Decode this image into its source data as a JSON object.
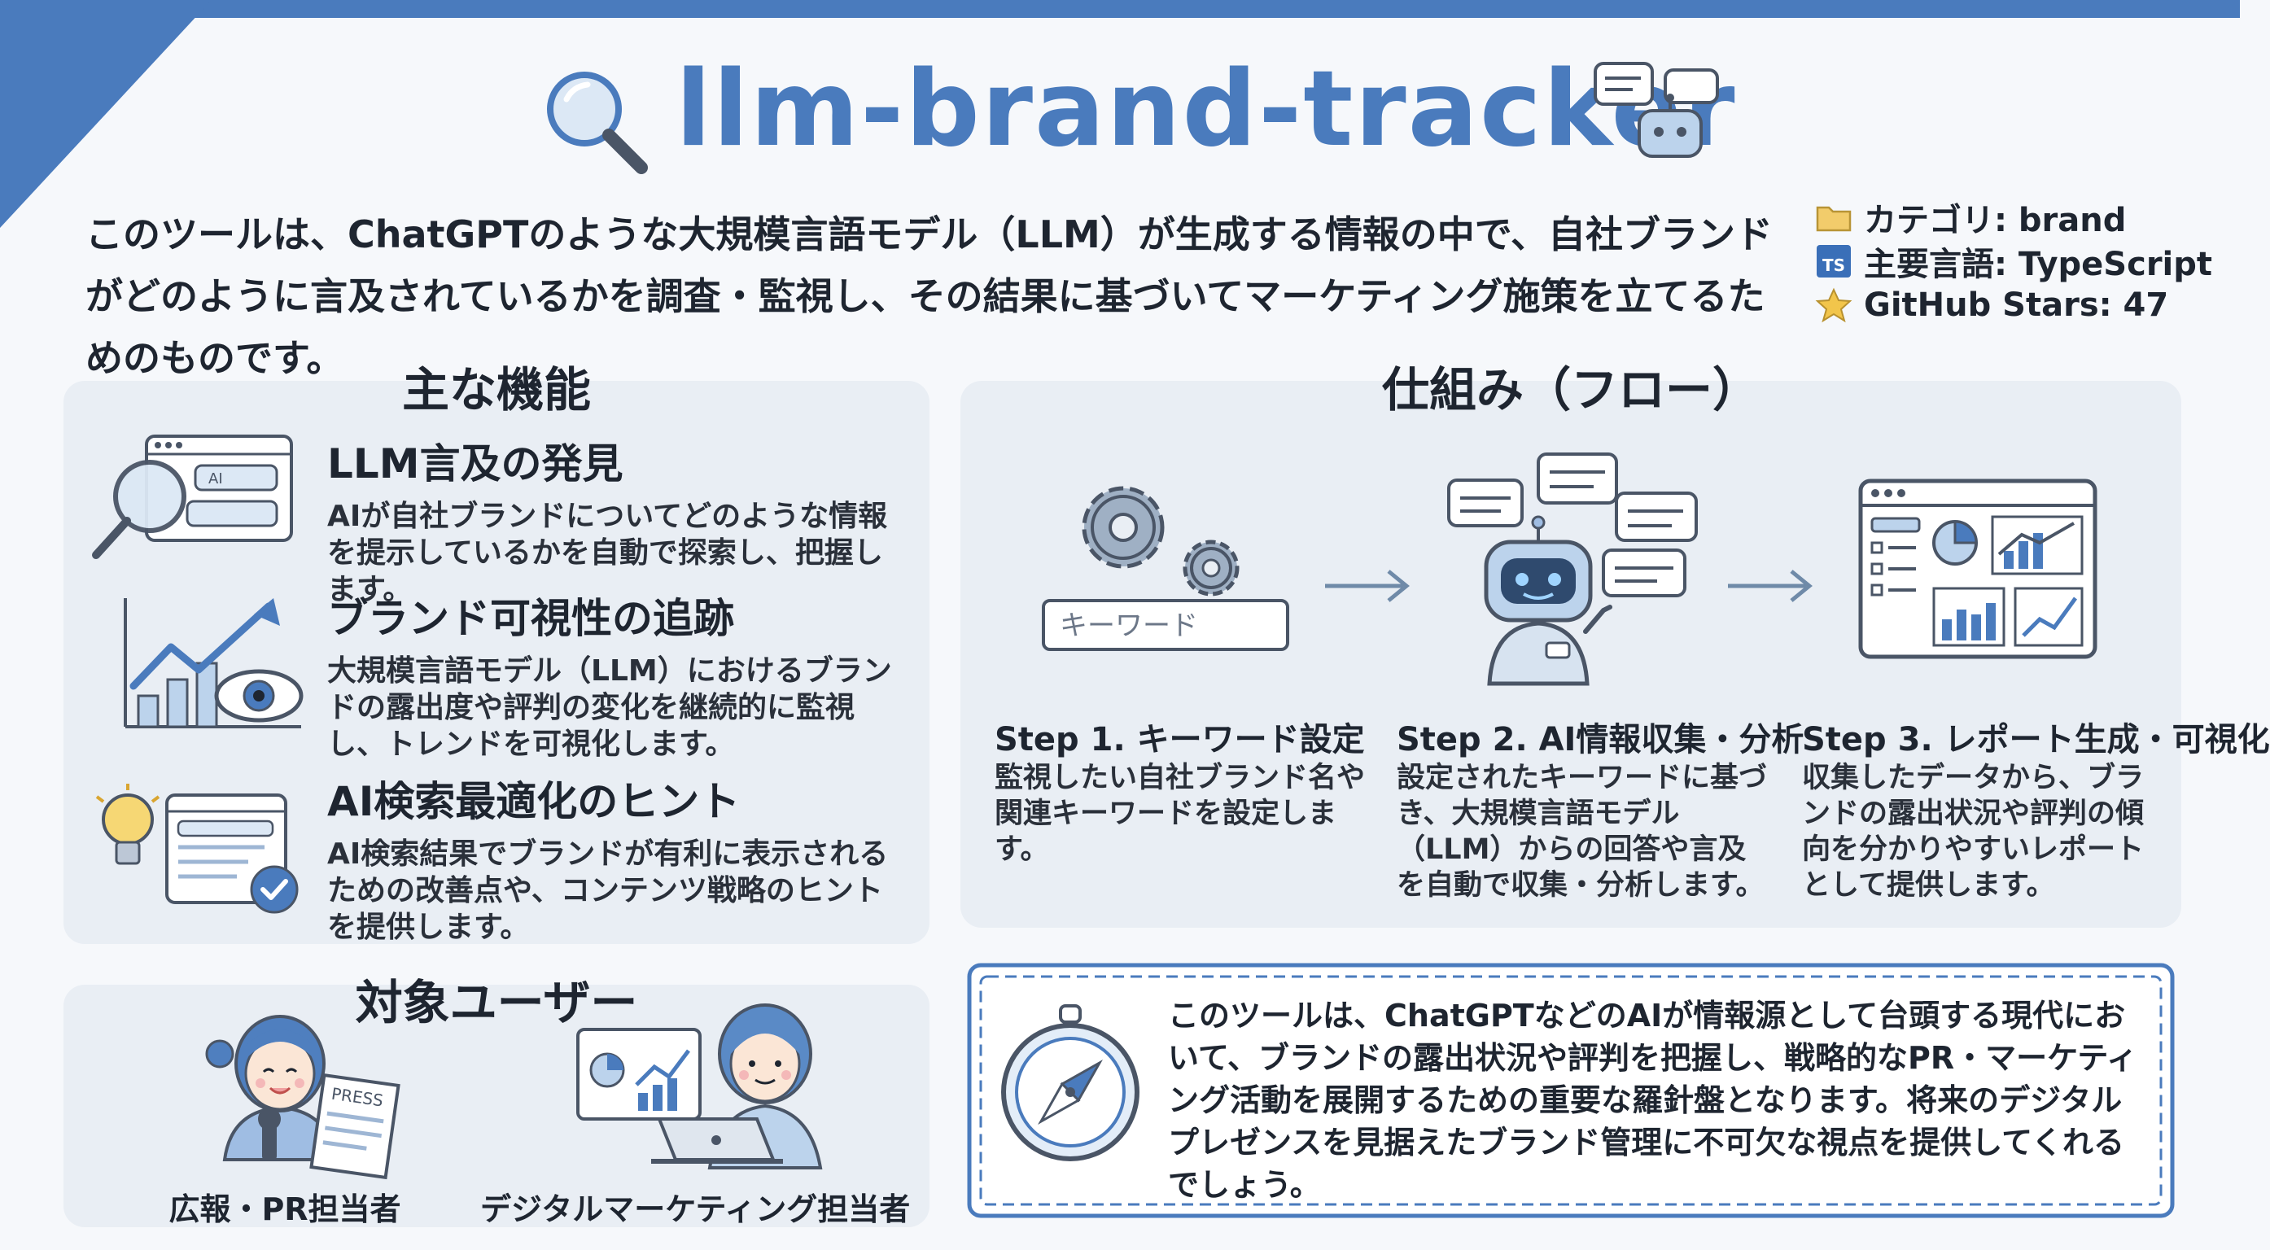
{
  "header": {
    "title": "llm-brand-tracker",
    "intro": "このツールは、ChatGPTのような大規模言語モデル（LLM）が生成する情報の中で、自社ブランドがどのように言及されているかを調査・監視し、その結果に基づいてマーケティング施策を立てるためのものです。"
  },
  "meta": {
    "category": "カテゴリ: brand",
    "language": "主要言語: TypeScript",
    "language_badge": "TS",
    "stars": "GitHub Stars: 47"
  },
  "features": {
    "title": "主な機能",
    "items": [
      {
        "title": "LLM言及の発見",
        "text": "AIが自社ブランドについてどのような情報を提示しているかを自動で探索し、把握します。",
        "icon": "search-window-icon",
        "icon_text": "AI"
      },
      {
        "title": "ブランド可視性の追跡",
        "text": "大規模言語モデル（LLM）におけるブランドの露出度や評判の変化を継続的に監視し、トレンドを可視化します。",
        "icon": "trend-eye-icon"
      },
      {
        "title": "AI検索最適化のヒント",
        "text": "AI検索結果でブランドが有利に表示されるための改善点や、コンテンツ戦略のヒントを提供します。",
        "icon": "lightbulb-check-icon"
      }
    ]
  },
  "flow": {
    "title": "仕組み（フロー）",
    "keyword_placeholder": "キーワード",
    "steps": [
      {
        "title": "Step 1. キーワード設定",
        "text": "監視したい自社ブランド名や関連キーワードを設定します。"
      },
      {
        "title": "Step 2. AI情報収集・分析",
        "text": "設定されたキーワードに基づき、大規模言語モデル（LLM）からの回答や言及を自動で収集・分析します。"
      },
      {
        "title": "Step 3. レポート生成・可視化",
        "text": "収集したデータから、ブランドの露出状況や評判の傾向を分かりやすいレポートとして提供します。"
      }
    ]
  },
  "users": {
    "title": "対象ユーザー",
    "items": [
      {
        "label": "広報・PR担当者",
        "badge": "PRESS"
      },
      {
        "label": "デジタルマーケティング担当者"
      }
    ]
  },
  "summary": {
    "text": "このツールは、ChatGPTなどのAIが情報源として台頭する現代において、ブランドの露出状況や評判を把握し、戦略的なPR・マーケティング活動を展開するための重要な羅針盤となります。将来のデジタルプレゼンスを見据えたブランド管理に不可欠な視点を提供してくれるでしょう。"
  },
  "colors": {
    "accent": "#4a7bbd",
    "panel": "#e9eef4",
    "text": "#1e2530"
  }
}
